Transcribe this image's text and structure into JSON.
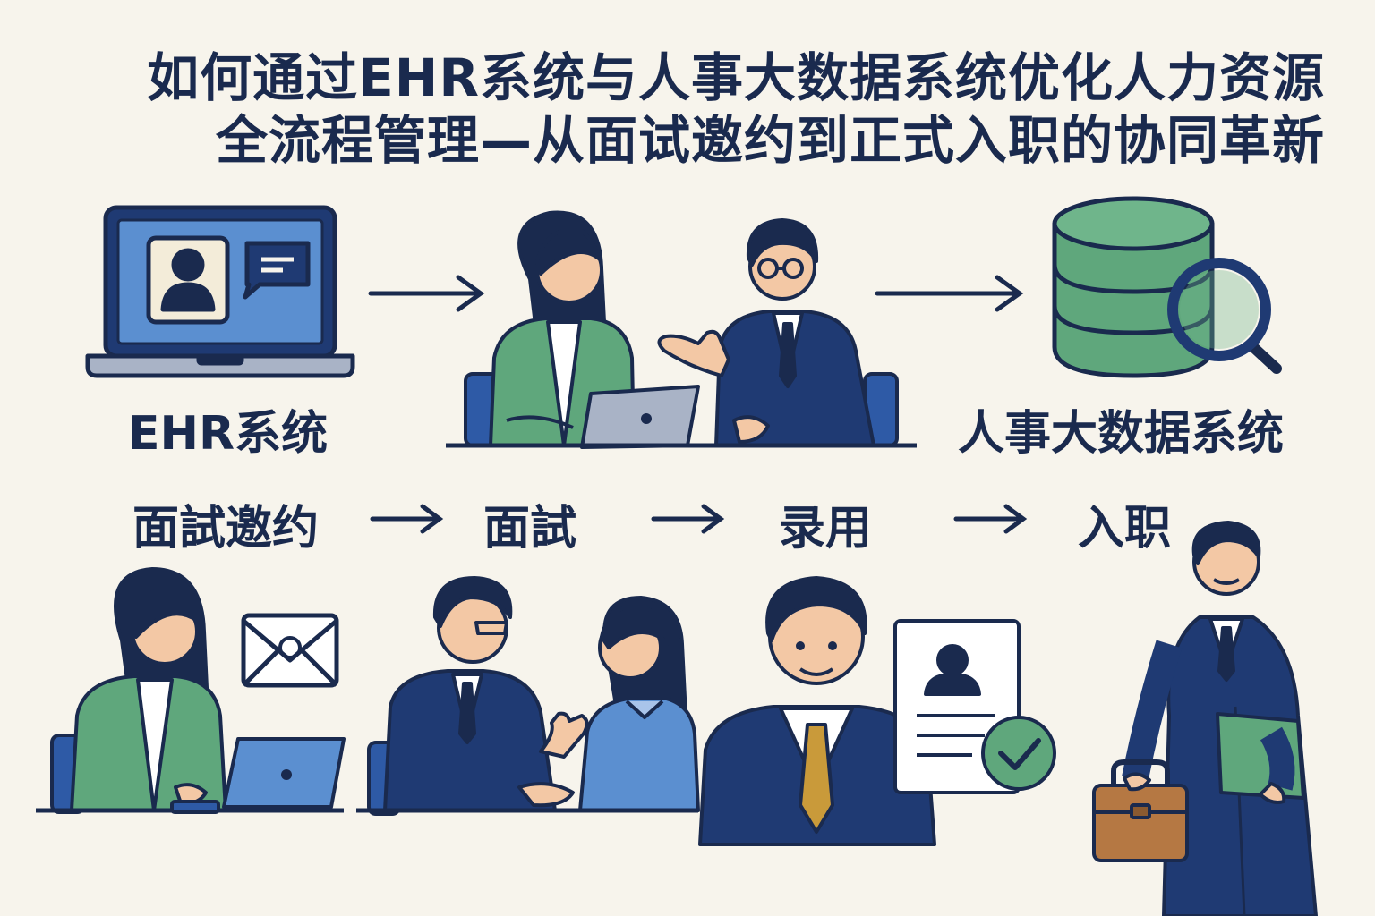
{
  "title": {
    "line1": "如何通过EHR系统与人事大数据系统优化人力资源",
    "line2": "全流程管理—从面试邀约到正式入职的协同革新"
  },
  "top_row": {
    "ehr_label": "EHR系统",
    "bigdata_label": "人事大数据系统"
  },
  "process": {
    "steps": [
      "面試邀约",
      "面試",
      "录用",
      "入职"
    ]
  },
  "icons": [
    "laptop-profile-icon",
    "meeting-icon",
    "database-search-icon",
    "email-icon",
    "offer-approved-icon",
    "briefcase-icon"
  ],
  "colors": {
    "navy": "#1a2a4e",
    "blue": "#5b8fd0",
    "green": "#5fa77c",
    "background": "#f7f4ec",
    "suit": "#1f3a73",
    "skin": "#f3c8a5",
    "tie_gold": "#c99a3a",
    "briefcase": "#b57843"
  }
}
